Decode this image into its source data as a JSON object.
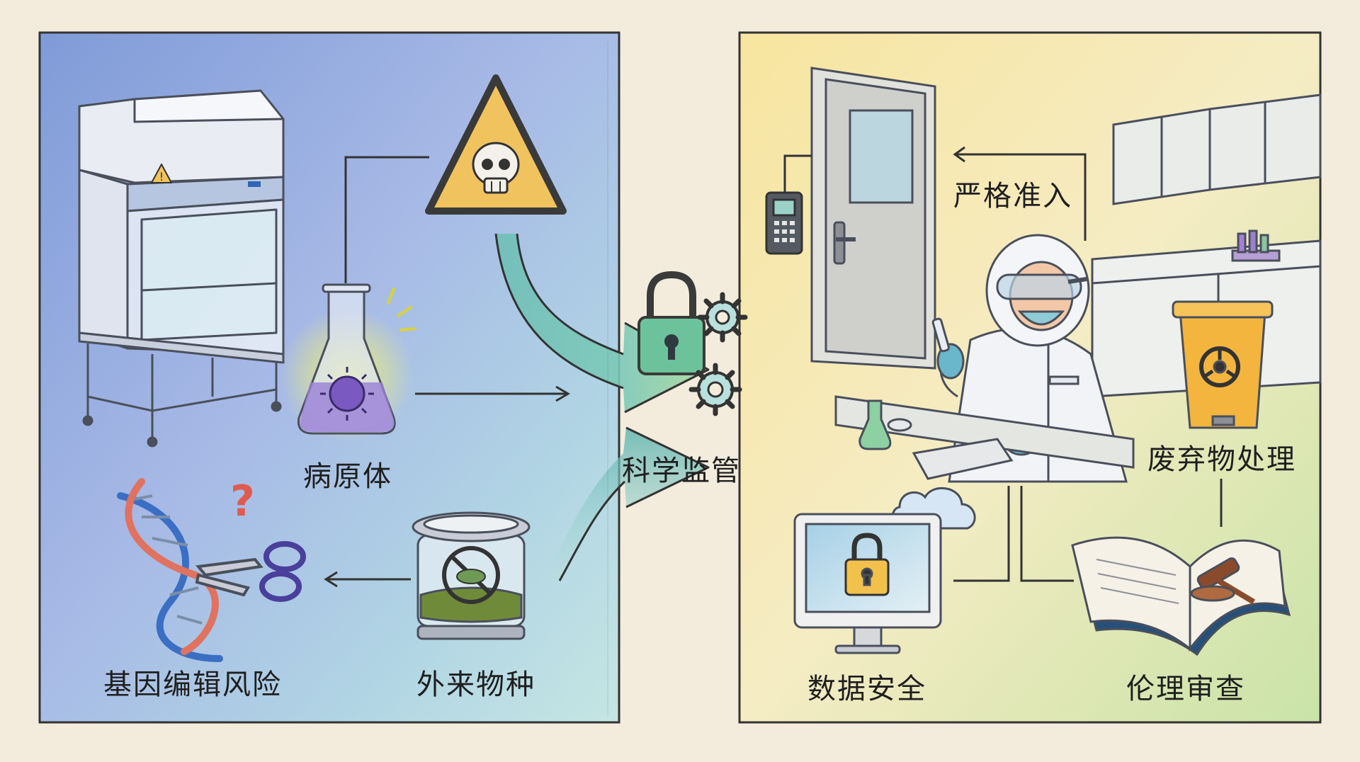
{
  "labels": {
    "pathogen": "病原体",
    "gene_editing": "基因编辑风险",
    "invasive_species": "外来物种",
    "supervision": "科学监管",
    "strict_access": "严格准入",
    "waste_disposal": "废弃物处理",
    "data_security": "数据安全",
    "ethics_review": "伦理审查"
  },
  "colors": {
    "left_panel_top": "#8fa8db",
    "left_panel_bottom": "#b7dde6",
    "right_panel_top": "#f6e7a6",
    "right_panel_bottom": "#cfe6b0",
    "accent_teal": "#55b7b0",
    "lock_green": "#6cc39b",
    "warning_yellow": "#f2c35c",
    "biohazard_bin": "#f3b53e"
  }
}
